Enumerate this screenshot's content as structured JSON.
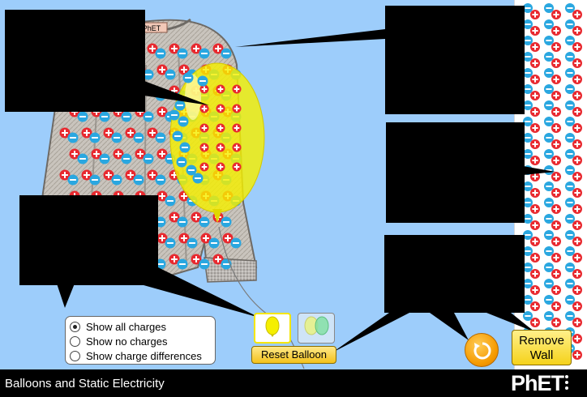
{
  "app": {
    "title": "Balloons and Static Electricity",
    "logo_text": "PhET",
    "sweater_label": "PhET"
  },
  "charge_options": {
    "selected_index": 0,
    "items": [
      {
        "label": "Show all charges"
      },
      {
        "label": "Show no charges"
      },
      {
        "label": "Show charge differences"
      }
    ]
  },
  "buttons": {
    "reset_balloon": "Reset Balloon",
    "remove_wall_line1": "Remove",
    "remove_wall_line2": "Wall"
  },
  "icons": {
    "reset_all": "reset-arrow-icon",
    "one_balloon": "yellow-balloon-icon",
    "two_balloons": "two-balloons-icon",
    "menu": "three-dots-menu-icon"
  },
  "colors": {
    "background": "#9dcdfb",
    "positive_charge": "#e8292f",
    "negative_charge": "#2aa7e0",
    "balloon": "#f5ef00",
    "button_yellow": "#f5d21a",
    "reset_orange": "#f59a00"
  }
}
